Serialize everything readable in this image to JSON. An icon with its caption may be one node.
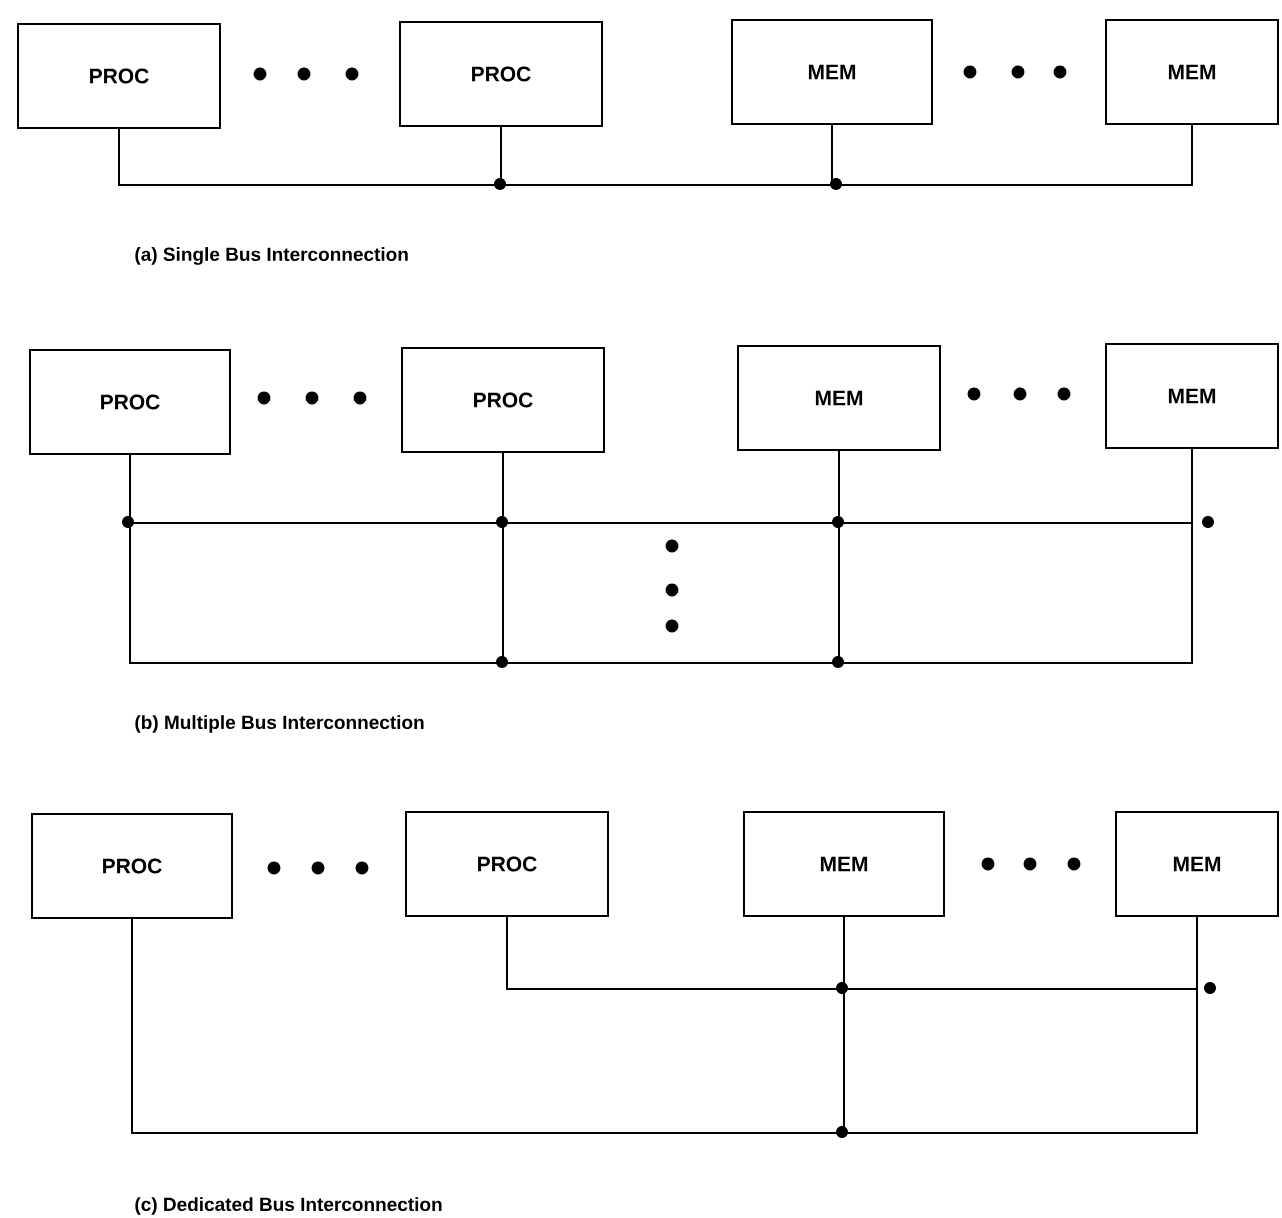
{
  "diagram": {
    "nodes": [
      {
        "text": [
          "PROC"
        ]
      },
      {
        "text": [
          "PROC"
        ]
      },
      {
        "text": [
          "MEM"
        ]
      },
      {
        "text": [
          "MEM"
        ]
      },
      {
        "text": [
          "PROC"
        ]
      },
      {
        "text": [
          "PROC"
        ]
      },
      {
        "text": [
          "MEM"
        ]
      },
      {
        "text": [
          "MEM"
        ]
      },
      {
        "text": [
          "PROC"
        ]
      },
      {
        "text": [
          "PROC"
        ]
      },
      {
        "text": [
          "MEM"
        ]
      },
      {
        "text": [
          "MEM"
        ]
      }
    ],
    "edges": [
      {
        "from": 0,
        "to": 1,
        "arrow": "none"
      },
      {
        "from": 1,
        "to": 2,
        "arrow": "none"
      },
      {
        "from": 2,
        "to": 3,
        "arrow": "none"
      },
      {
        "from": 4,
        "to": 5,
        "arrow": "none"
      },
      {
        "from": 5,
        "to": 6,
        "arrow": "none"
      },
      {
        "from": 6,
        "to": 7,
        "arrow": "none"
      },
      {
        "from": 4,
        "to": 5,
        "arrow": "none"
      },
      {
        "from": 5,
        "to": 6,
        "arrow": "none"
      },
      {
        "from": 6,
        "to": 7,
        "arrow": "none"
      },
      {
        "from": 9,
        "to": 10,
        "arrow": "none"
      },
      {
        "from": 10,
        "to": 11,
        "arrow": "none"
      },
      {
        "from": 8,
        "to": 10,
        "arrow": "none"
      },
      {
        "from": 10,
        "to": 11,
        "arrow": "none"
      }
    ],
    "labels": [
      "(a)  Single Bus Interconnection",
      "(b)  Multiple Bus Interconnection",
      "(c)  Dedicated Bus Interconnection"
    ]
  }
}
